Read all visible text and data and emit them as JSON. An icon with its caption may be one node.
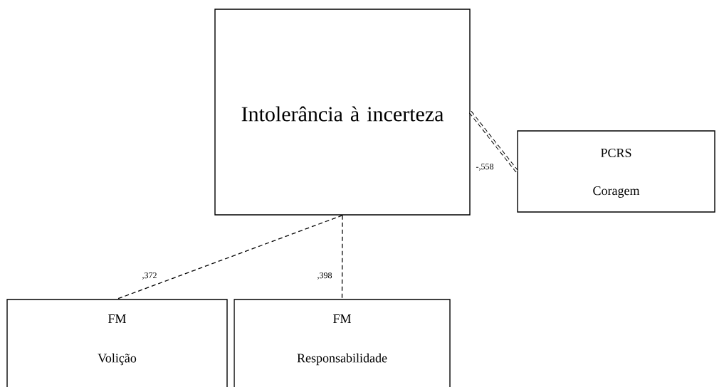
{
  "diagram": {
    "nodes": [
      {
        "text": [
          "Intolerância à incerteza"
        ]
      },
      {
        "text": [
          "PCRS",
          "Coragem"
        ]
      },
      {
        "text": [
          "FM",
          "Volição"
        ]
      },
      {
        "text": [
          "FM",
          "Responsabilidade"
        ]
      }
    ],
    "edges": [
      {
        "from": 0,
        "to": 1,
        "arrow": "none",
        "style": "dashed",
        "label": "-,558"
      },
      {
        "from": 0,
        "to": 2,
        "arrow": "none",
        "style": "dashed",
        "label": ",372"
      },
      {
        "from": 0,
        "to": 3,
        "arrow": "none",
        "style": "dashed",
        "label": ",398"
      }
    ]
  }
}
